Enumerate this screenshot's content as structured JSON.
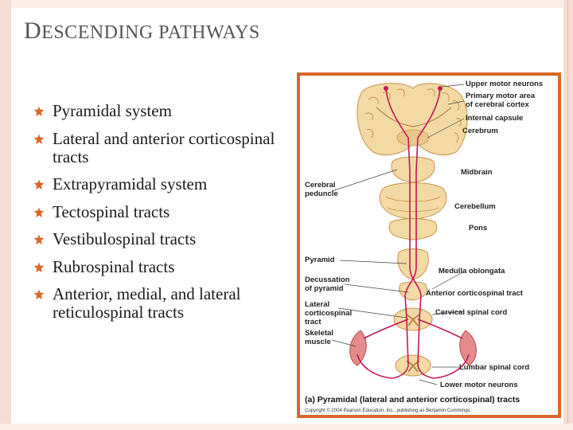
{
  "slide": {
    "title_initial": "D",
    "title_rest": "ESCENDING PATHWAYS",
    "bullets": [
      {
        "text": "Pyramidal system"
      },
      {
        "text": "Lateral and anterior corticospinal tracts"
      },
      {
        "text": "Extrapyramidal system"
      },
      {
        "text": "Tectospinal tracts"
      },
      {
        "text": "Vestibulospinal tracts"
      },
      {
        "text": "Rubrospinal tracts"
      },
      {
        "text": "Anterior, medial, and lateral reticulospinal tracts"
      }
    ]
  },
  "figure": {
    "labels": {
      "upper_motor_neurons": "Upper motor neurons",
      "primary_motor_area_1": "Primary motor area",
      "primary_motor_area_2": "of cerebral cortex",
      "internal_capsule": "Internal capsule",
      "cerebrum": "Cerebrum",
      "midbrain": "Midbrain",
      "cerebral_peduncle_1": "Cerebral",
      "cerebral_peduncle_2": "peduncle",
      "cerebellum": "Cerebellum",
      "pons": "Pons",
      "pyramid": "Pyramid",
      "medulla": "Medulla oblongata",
      "decussation_1": "Decussation",
      "decussation_2": "of pyramid",
      "anterior_tract": "Anterior corticospinal tract",
      "lateral_1": "Lateral",
      "lateral_2": "corticospinal",
      "lateral_3": "tract",
      "cervical": "Cervical spinal cord",
      "skeletal_1": "Skeletal",
      "skeletal_2": "muscle",
      "lumbar": "Lumbar spinal cord",
      "lower_motor_neurons": "Lower motor neurons",
      "caption": "(a) Pyramidal (lateral and anterior corticospinal) tracts",
      "copyright": "Copyright © 2004 Pearson Education, Inc., publishing as Benjamin Cummings."
    },
    "colors": {
      "border": "#d9672a",
      "tissue": "#f3d9a4",
      "tissue_dark": "#d8ae6a",
      "tract": "#c2185b"
    }
  }
}
